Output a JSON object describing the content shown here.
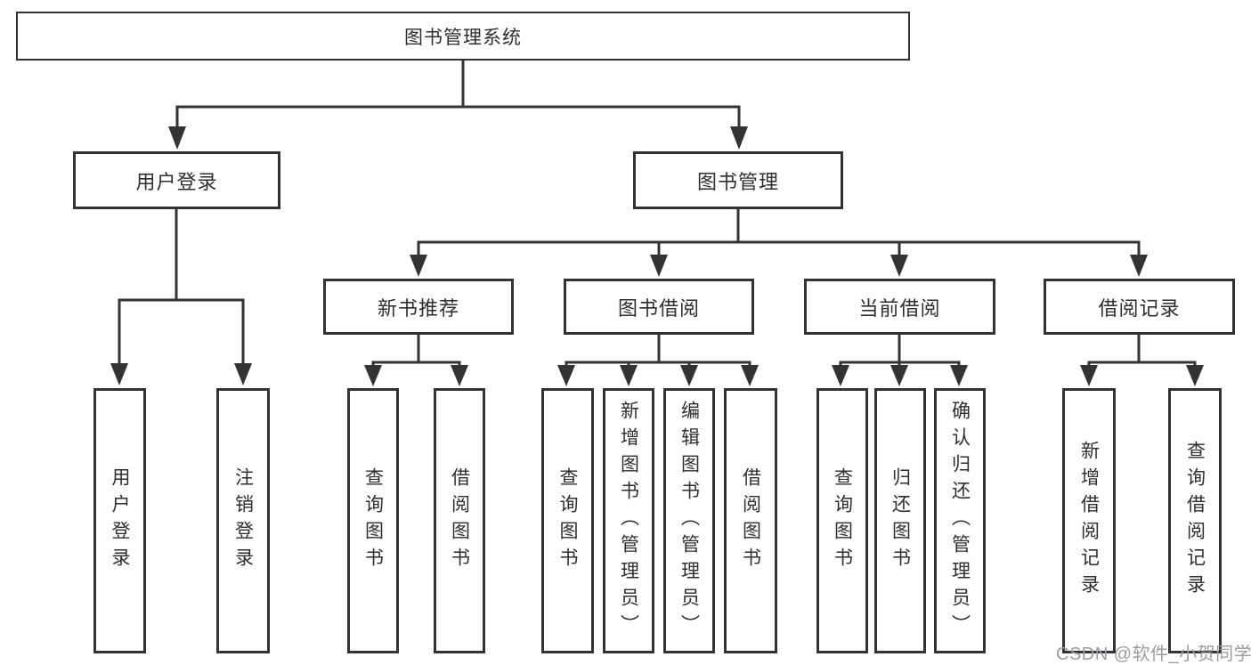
{
  "diagram": {
    "root": {
      "label": "图书管理系统"
    },
    "branches": [
      {
        "label": "用户登录",
        "children": [
          {
            "label": "用户登录"
          },
          {
            "label": "注销登录"
          }
        ]
      },
      {
        "label": "图书管理",
        "children": [
          {
            "label": "新书推荐",
            "children": [
              {
                "label": "查询图书"
              },
              {
                "label": "借阅图书"
              }
            ]
          },
          {
            "label": "图书借阅",
            "children": [
              {
                "label": "查询图书"
              },
              {
                "label": "新增图书（管理员）"
              },
              {
                "label": "编辑图书（管理员）"
              },
              {
                "label": "借阅图书"
              }
            ]
          },
          {
            "label": "当前借阅",
            "children": [
              {
                "label": "查询图书"
              },
              {
                "label": "归还图书"
              },
              {
                "label": "确认归还（管理员）"
              }
            ]
          },
          {
            "label": "借阅记录",
            "children": [
              {
                "label": "新增借阅记录"
              },
              {
                "label": "查询借阅记录"
              }
            ]
          }
        ]
      }
    ]
  },
  "watermark": {
    "text": "CSDN @软件_小贺同学"
  },
  "colors": {
    "line": "#333333",
    "text": "#2e2e2e",
    "background": "#ffffff",
    "watermark": "#9b9ca4"
  }
}
